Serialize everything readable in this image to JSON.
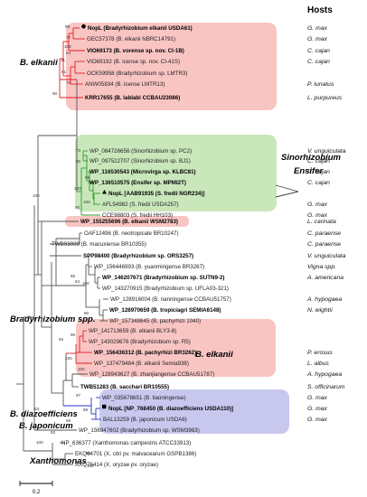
{
  "headers": {
    "hosts": "Hosts"
  },
  "groups": {
    "b_elkanii_top": "B. elkanii",
    "sinorhizobium": "Sinorhizobium",
    "ensifer": "Ensifer",
    "b_elkanii_mid": "B. elkanii",
    "bradyrhizobium_spp": "Bradyrhizobium spp.",
    "b_diazo": "B. diazoefficiens",
    "b_japonicum": "B. japonicum",
    "xanthomonas": "Xanthomonas"
  },
  "scale": {
    "label": "0.2"
  },
  "leaves": [
    {
      "label": "NopL (Bradyrhizobium elkanii USDA61)",
      "bold": true,
      "marker": "circle",
      "host": "G. max"
    },
    {
      "label": "GEC57378 (B. elkanii NBRC14791)",
      "host": "G. max"
    },
    {
      "label": "VIO69173 (B. vorense sp. nov. CI-1B)",
      "bold": true,
      "host": "C. cajan"
    },
    {
      "label": "VIO69192 (B. icense sp. nov. CI-41S)",
      "host": "C. cajan"
    },
    {
      "label": "OCK59958 (Bradyrhizobium sp. LMTR3)",
      "host": ""
    },
    {
      "label": "ANW05834 (B. icense LMTR13)",
      "host": "P. lunatus"
    },
    {
      "label": "KRR17655 (B. lablabi CCBAU23086)",
      "bold": true,
      "host": "L. purpureus"
    },
    {
      "label": "WP_084726656 (Sinorhizobium sp. PC2)",
      "host": "V. unguiculata"
    },
    {
      "label": "WP_097522707 (Sinorhizobium sp. BJ1)",
      "host": "C. cajan"
    },
    {
      "label": "WP_116530543 (Microvirga sp. KLBC81)",
      "bold": true,
      "host": "C. cajan"
    },
    {
      "label": "WP_136510575 (Ensifer sp. MPMI2T)",
      "bold": true,
      "host": "C. cajan"
    },
    {
      "label": "NopL [AAB91935 (S. fredii NGR234)]",
      "bold": true,
      "marker": "triangle",
      "host": ""
    },
    {
      "label": "AFL54982 (S. fredii USDA257)",
      "host": "G. max"
    },
    {
      "label": "CCE98803 (S. fredii HH103)",
      "host": "G. max"
    },
    {
      "label": "WP_155255696 (B. elkanii WSM2783)",
      "bold": true,
      "host": "L. carinata"
    },
    {
      "label": "OAF12496 (B. neotropicale BR10247)",
      "host": "C. paraense"
    },
    {
      "label": "TWB93009 (B. macuxiense BR10355)",
      "host": "C. paraense"
    },
    {
      "label": "SPP98400 (Bradyrhizobium sp. ORS3257)",
      "bold": true,
      "host": "V. unguiculata"
    },
    {
      "label": "WP_156446993 (B. yuanmingense BR3267)",
      "host": "Vigna spp."
    },
    {
      "label": "WP_146207671 (Bradyrhizobium sp. SUTN9-2)",
      "bold": true,
      "host": "A. americana"
    },
    {
      "label": "WP_143270915 (Bradyrhizobium sp. UFLA03-321)",
      "host": ""
    },
    {
      "label": "WP_128916004 (B. nanningense CCBAU51757)",
      "host": "A. hypogaea"
    },
    {
      "label": "WP_128970659 (B. tropiciagri SEMIA6148)",
      "bold": true,
      "host": "N. wightii"
    },
    {
      "label": "WP_157348645 (B. pachyrhizi 1040)",
      "host": ""
    },
    {
      "label": "WP_141713659 (B. elkanii BLY3-8)",
      "host": ""
    },
    {
      "label": "WP_143029676 (Bradyrhizobium sp. R5)",
      "host": ""
    },
    {
      "label": "WP_156436312 (B. pachyrhizi BR3262)",
      "bold": true,
      "host": "P. erosus"
    },
    {
      "label": "WP_137479484 (B. elkanii Semia938)",
      "host": "L. albus"
    },
    {
      "label": "WP_128943627 (B. zhanjiangense CCBAU51787)",
      "host": "A. hypogaea"
    },
    {
      "label": "TWB51283 (B. sacchari BR10555)",
      "bold": true,
      "host": "S. officinarum"
    },
    {
      "label": "WP_035678651 (B. liaoningense)",
      "host": "G. max"
    },
    {
      "label": "NopL [NP_768450 (B. diazoefficiens USDA110)]",
      "bold": true,
      "marker": "square",
      "host": "G. max"
    },
    {
      "label": "BAL13259 (B. japonicum USDA6)",
      "host": "G. max"
    },
    {
      "label": "WP_156947602 (Bradyrhizobium sp. WSM3983)",
      "host": ""
    },
    {
      "label": "NP_636377 (Xanthomonas campestris ATCC33913)",
      "host": ""
    },
    {
      "label": "EKQ64701 (X. citri pv. malvacearum GSPB1386)",
      "host": ""
    },
    {
      "label": "AXQ76414 (X. oryzae pv. oryzae)",
      "host": ""
    }
  ],
  "supports": [
    "99",
    "77",
    "100",
    "54",
    "31",
    "61",
    "72",
    "90",
    "73",
    "80",
    "99",
    "100",
    "90",
    "100",
    "100",
    "65",
    "64",
    "100",
    "60",
    "95",
    "94",
    "100",
    "100",
    "97",
    "59",
    "53",
    "93",
    "99",
    "100",
    "98",
    "100"
  ],
  "colors": {
    "clade_red": "#e21d26",
    "clade_green": "#2e9b2e",
    "clade_blue": "#2233cc",
    "box_red": "#f9c5c3",
    "box_green": "#c9e7bb",
    "box_blue": "#c8c8ef",
    "branch": "#555555"
  }
}
